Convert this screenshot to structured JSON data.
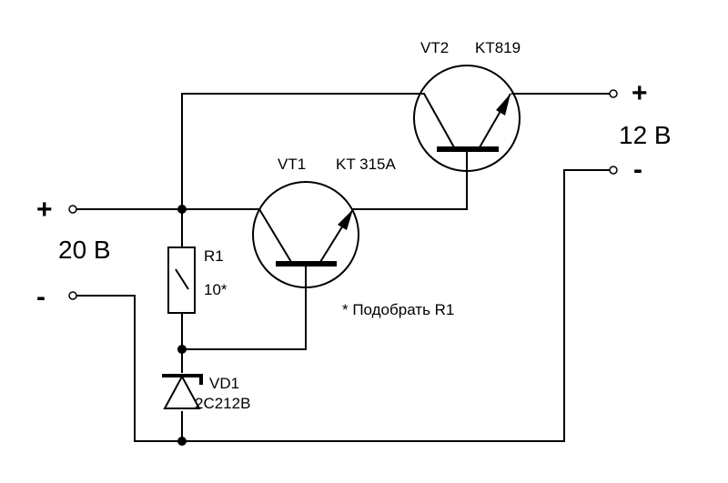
{
  "vt2": {
    "ref": "VT2",
    "part": "KT819"
  },
  "vt1": {
    "ref": "VT1",
    "part": "KT 315A"
  },
  "r1": {
    "ref": "R1",
    "value": "10*"
  },
  "vd1": {
    "ref": "VD1",
    "part": "2C212B"
  },
  "input": {
    "plus": "+",
    "voltage": "20 B",
    "minus": "-"
  },
  "output": {
    "plus": "+",
    "voltage": "12 B",
    "minus": "-"
  },
  "note": "* Подобрать R1"
}
